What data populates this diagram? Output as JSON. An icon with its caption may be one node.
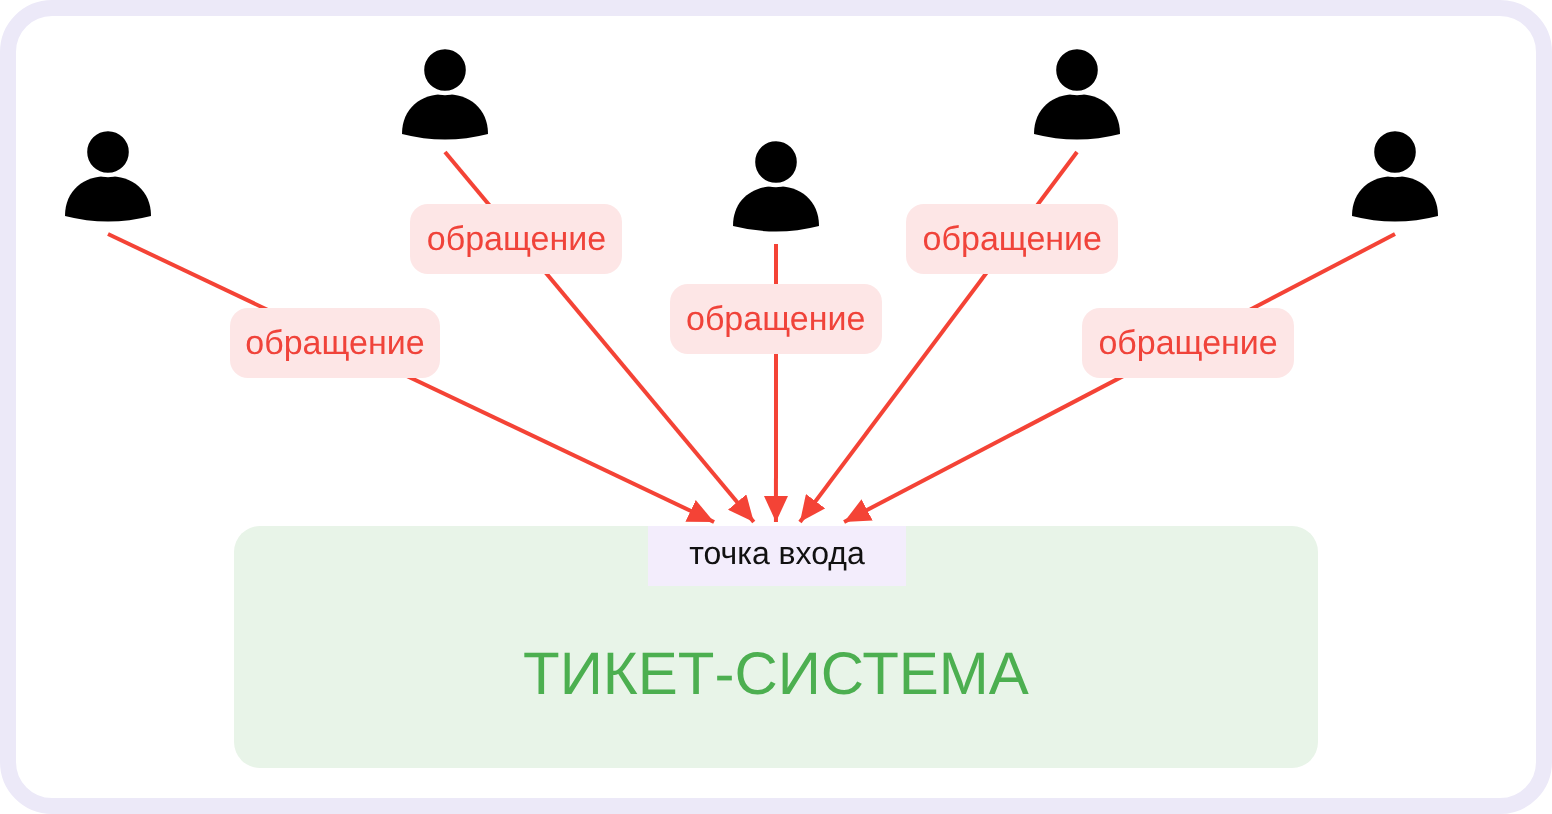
{
  "diagram": {
    "nodes": [
      {
        "text": [],
        "shape": "person"
      },
      {
        "text": [],
        "shape": "person"
      },
      {
        "text": [],
        "shape": "person"
      },
      {
        "text": [],
        "shape": "person"
      },
      {
        "text": [],
        "shape": "person"
      },
      {
        "text": [
          "ТИКЕТ-СИСТЕМА"
        ]
      },
      {
        "text": [
          "точка входа"
        ],
        "in": 5
      }
    ],
    "edges": [
      {
        "from": 0,
        "to": 6,
        "arrow": "to",
        "label": "обращение"
      },
      {
        "from": 1,
        "to": 6,
        "arrow": "to",
        "label": "обращение"
      },
      {
        "from": 2,
        "to": 6,
        "arrow": "to",
        "label": "обращение"
      },
      {
        "from": 3,
        "to": 6,
        "arrow": "to",
        "label": "обращение"
      },
      {
        "from": 4,
        "to": 6,
        "arrow": "to",
        "label": "обращение"
      }
    ]
  }
}
